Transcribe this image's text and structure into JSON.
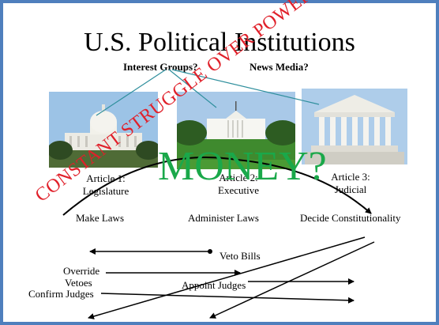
{
  "title": "U.S. Political Institutions",
  "interest_groups": "Interest Groups?",
  "news_media": "News Media?",
  "branches": [
    {
      "article": "Article 1:",
      "name": "Legislature",
      "power": "Make Laws"
    },
    {
      "article": "Article 2:",
      "name": "Executive",
      "power": "Administer Laws"
    },
    {
      "article": "Article 3:",
      "name": "Judicial",
      "power": "Decide Constitutionality"
    }
  ],
  "checks": {
    "veto": "Veto Bills",
    "override_line1": "Override",
    "override_line2": "Vetoes",
    "confirm": "Confirm Judges",
    "appoint": "Appoint Judges"
  },
  "money": "MONEY?",
  "struggle": "CONSTANT STRUGGLE OVER POWER",
  "colors": {
    "border": "#4f7fbd",
    "pointer_lines": "#2f8f9d",
    "money": "#1aa84a",
    "struggle": "#e0202a"
  }
}
